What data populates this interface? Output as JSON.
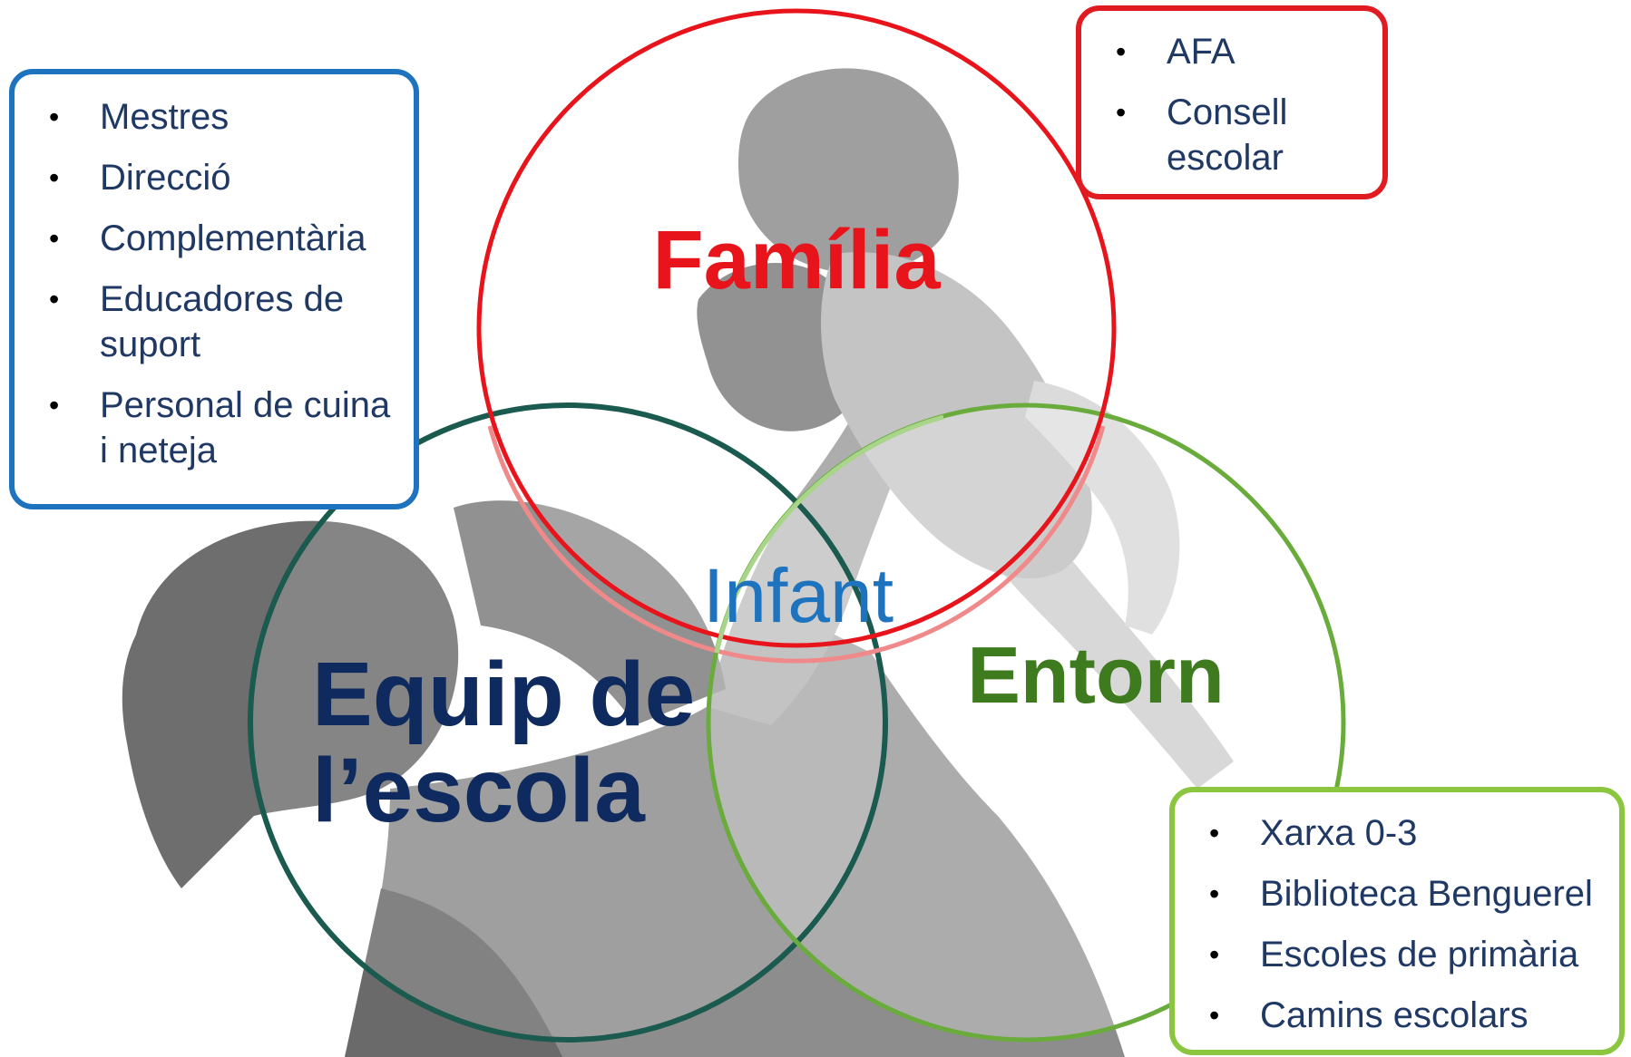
{
  "circles": {
    "family": {
      "label": "Família",
      "color": "#e8141b"
    },
    "school": {
      "label_lines": [
        "Equip de",
        "l’escola"
      ],
      "color": "#0f2a5e",
      "stroke": "#1b5a4e"
    },
    "environment": {
      "label": "Entorn",
      "color": "#3e7a1e",
      "stroke": "#6aac3c"
    },
    "center": {
      "label": "Infant",
      "color": "#1e73be"
    }
  },
  "boxes": {
    "staff": {
      "border_color": "#1e73be",
      "items": [
        "Mestres",
        "Direcció",
        "Complementària",
        "Educadores de suport",
        "Personal de cuina i neteja"
      ]
    },
    "family": {
      "border_color": "#e11b22",
      "items": [
        "AFA",
        "Consell escolar"
      ]
    },
    "environment": {
      "border_color": "#8cc63f",
      "items": [
        "Xarxa 0-3",
        "Biblioteca Benguerel",
        "Escoles de primària",
        "Camins escolars"
      ]
    }
  },
  "background": {
    "description_icon": "parent-lifting-child-silhouette-icon"
  }
}
